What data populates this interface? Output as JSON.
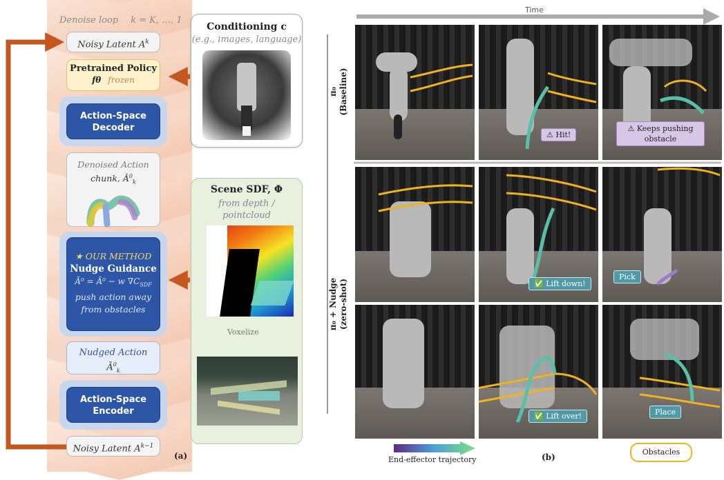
{
  "left": {
    "loop_title": "Denoise loop",
    "loop_range": "k = K,  …,  1",
    "noisy_latent_top": "Noisy Latent A",
    "noisy_latent_top_sup": "k",
    "policy_title": "Pretrained Policy",
    "policy_symbol": "fθ",
    "policy_frozen": "frozen",
    "decoder_line1": "Action-Space",
    "decoder_line2": "Decoder",
    "denoised_line1": "Denoised Action",
    "denoised_line2": "chunk, Â",
    "denoised_sub": "k",
    "denoised_sup": "0",
    "method_tag": "★  OUR METHOD",
    "method_title": "Nudge Guidance",
    "method_formula": "Ā⁰ = Â⁰ − w ∇C",
    "method_formula_sub": "SDF",
    "method_desc1": "push action away",
    "method_desc2": "from obstacles",
    "nudged_line1": "Nudged Action",
    "nudged_line2": "Ā",
    "nudged_sub": "k",
    "nudged_sup": "0",
    "encoder_line1": "Action-Space",
    "encoder_line2": "Encoder",
    "noisy_latent_bottom": "Noisy Latent A",
    "noisy_latent_bottom_sup": "k−1",
    "label_a": "(a)"
  },
  "cond": {
    "title": "Conditioning c",
    "sub": "(e.g., images, language)"
  },
  "sdf": {
    "title": "Scene SDF, Φ",
    "sub1": "from depth /",
    "sub2": "pointcloud",
    "voxelize": "Voxelize"
  },
  "right": {
    "time_label": "Time",
    "row1_label": "π₀",
    "row1_sub": "(Baseline)",
    "row2_label": "π₀ + Nudge",
    "row2_sub": "(zero-shot)",
    "tag_hit": "Hit!",
    "tag_keeps1": "Keeps pushing",
    "tag_keeps2": "obstacle",
    "tag_lift_down": "Lift down!",
    "tag_pick": "Pick",
    "tag_lift_over": "Lift over!",
    "tag_place": "Place",
    "legend_traj": "End-effector trajectory",
    "legend_obs": "Obstacles",
    "label_b": "(b)"
  },
  "colors": {
    "arrow": "#c4571f",
    "obstacle": "#f2b21c",
    "dark_box": "#2d56a6"
  }
}
